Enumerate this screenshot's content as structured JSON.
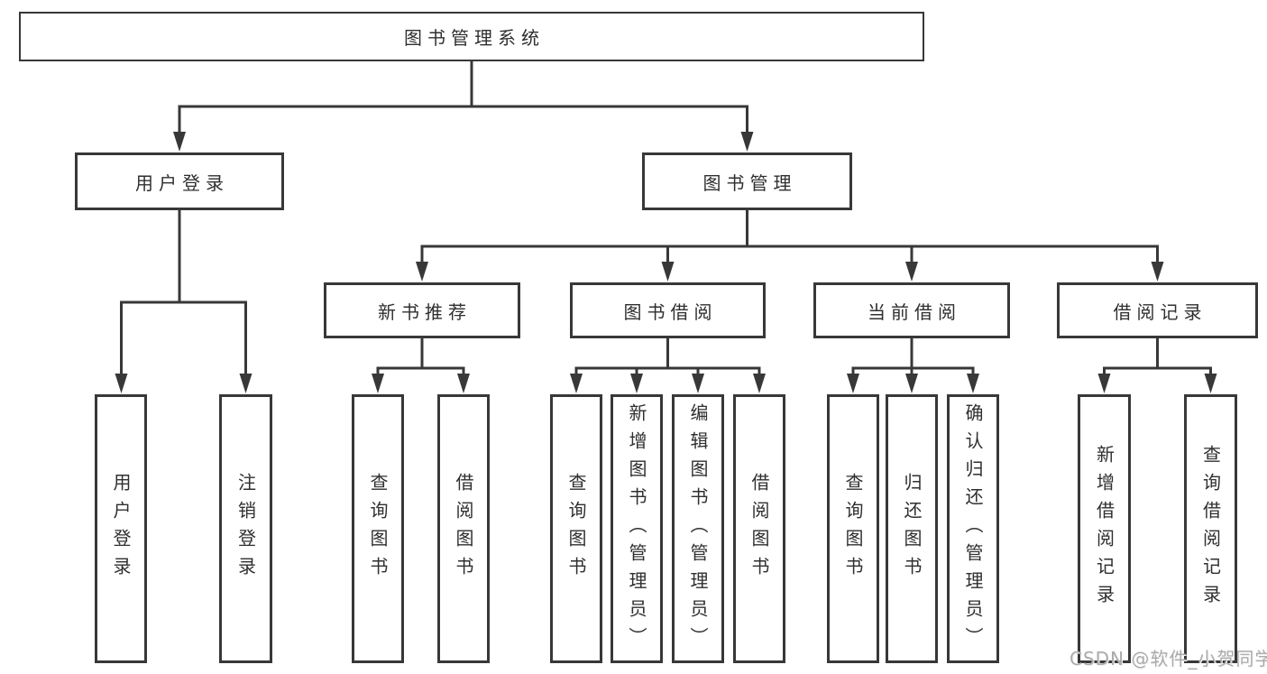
{
  "diagram": {
    "root": {
      "label": "图书管理系统"
    },
    "level2": [
      {
        "label": "用户登录"
      },
      {
        "label": "图书管理"
      }
    ],
    "level3": [
      {
        "label": "新书推荐"
      },
      {
        "label": "图书借阅"
      },
      {
        "label": "当前借阅"
      },
      {
        "label": "借阅记录"
      }
    ],
    "leaves": {
      "user_login": [
        {
          "label": "用户登录"
        },
        {
          "label": "注销登录"
        }
      ],
      "new_book": [
        {
          "label": "查询图书"
        },
        {
          "label": "借阅图书"
        }
      ],
      "book_borrow": [
        {
          "label": "查询图书"
        },
        {
          "label": "新增图书（管理员）"
        },
        {
          "label": "编辑图书（管理员）"
        },
        {
          "label": "借阅图书"
        }
      ],
      "current_borrow": [
        {
          "label": "查询图书"
        },
        {
          "label": "归还图书"
        },
        {
          "label": "确认归还（管理员）"
        }
      ],
      "borrow_records": [
        {
          "label": "新增借阅记录"
        },
        {
          "label": "查询借阅记录"
        }
      ]
    }
  },
  "watermark": {
    "text": "CSDN @软件_小贺同学"
  },
  "colors": {
    "line": "#383838",
    "text": "#2f2f2f",
    "watermark": "#ababab",
    "background": "#ffffff"
  }
}
